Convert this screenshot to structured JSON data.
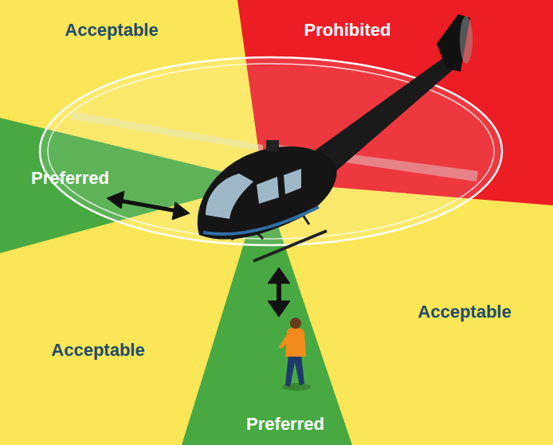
{
  "diagram": {
    "nodes": [
      {
        "text": [
          "Acceptable"
        ]
      },
      {
        "text": [
          "Prohibited"
        ]
      },
      {
        "text": [
          "Preferred"
        ]
      },
      {
        "text": [
          "Acceptable"
        ]
      },
      {
        "text": [
          "Acceptable"
        ]
      },
      {
        "text": [
          "Preferred"
        ]
      }
    ]
  }
}
